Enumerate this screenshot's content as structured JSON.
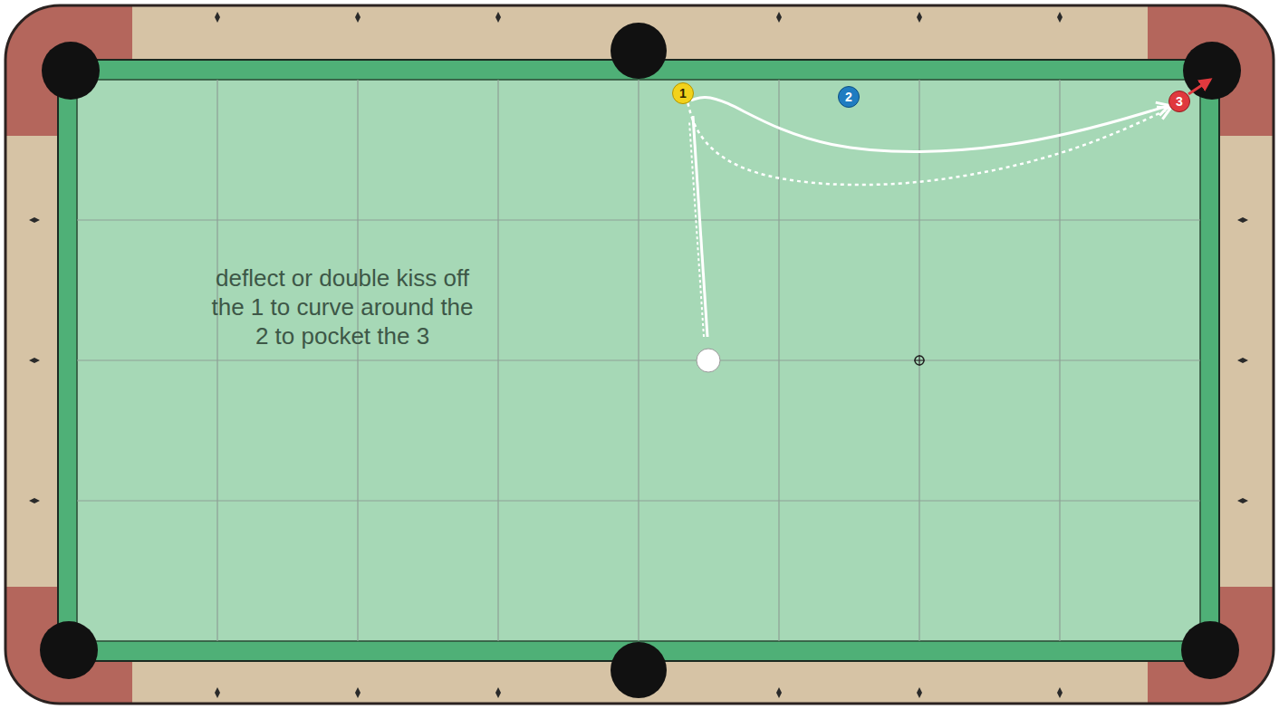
{
  "diagram": {
    "nodes": [
      {
        "text": [
          "1"
        ]
      },
      {
        "text": [
          "2"
        ]
      },
      {
        "text": [
          "3"
        ]
      }
    ],
    "edges": [
      {
        "from": 0,
        "to": 2,
        "arrow": "to"
      },
      {
        "from": 0,
        "to": 2,
        "arrow": "to"
      }
    ],
    "labels": [
      "deflect or double kiss off the 1 to curve around the 2 to pocket the 3"
    ]
  }
}
